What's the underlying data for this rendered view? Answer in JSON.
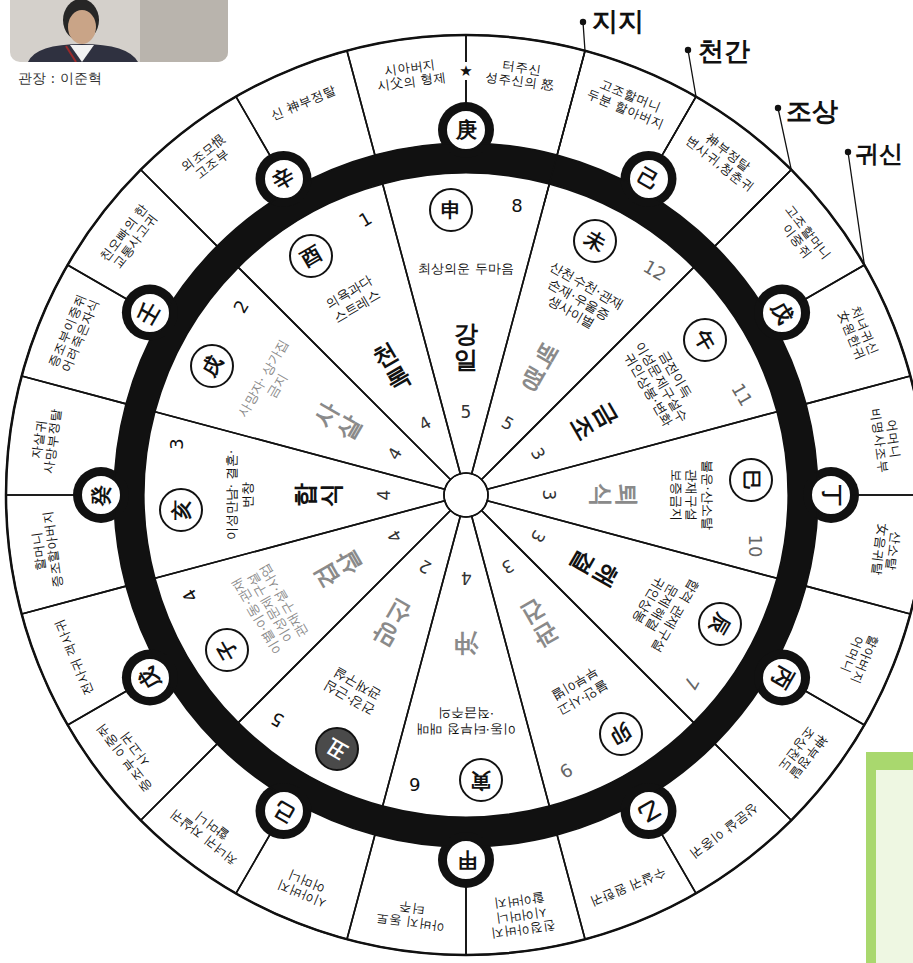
{
  "diagram": {
    "nodes": [
      {
        "text": [
          "시아버지 시父의 형제"
        ]
      },
      {
        "text": [
          "터주신 성주신의 怒"
        ]
      },
      {
        "text": [
          "고조할머니 두분 할아버지"
        ]
      },
      {
        "text": [
          "神부정탈 변사귀,청춘귀"
        ]
      },
      {
        "text": [
          "고조할머니 이중쥐"
        ]
      },
      {
        "text": [
          "처녀귀신 女원한귀"
        ]
      },
      {
        "text": [
          "어머니 비명사조부"
        ]
      },
      {
        "text": [
          "산소탈 女음귀탈"
        ]
      },
      {
        "text": [
          "할아버지 어머니"
        ]
      },
      {
        "text": [
          "神부정탈 조상천도"
        ]
      },
      {
        "text": [
          "상문살 이중귀"
        ]
      },
      {
        "text": [
          "수살귀 원한귀"
        ]
      },
      {
        "text": [
          "친정아버지 시어머니 할아버지"
        ]
      },
      {
        "text": [
          "아버지 동토 터주"
        ]
      },
      {
        "text": [
          "시아버지 어머니"
        ]
      },
      {
        "text": [
          "처녀귀 자살귀 할머니"
        ]
      },
      {
        "text": [
          "증조부 이중쥐 사고귀"
        ]
      },
      {
        "text": [
          "전사귀 객사귀"
        ]
      },
      {
        "text": [
          "할머니 증조할아버지"
        ]
      },
      {
        "text": [
          "자살귀 사망부정탈"
        ]
      },
      {
        "text": [
          "증조부이중쥐 어려죽은자식"
        ]
      },
      {
        "text": [
          "친오빠의 한 교통사고귀"
        ]
      },
      {
        "text": [
          "외조모恨 고조부"
        ]
      },
      {
        "text": [
          "신 神부정탈"
        ]
      },
      {
        "text": [
          "庚"
        ]
      },
      {
        "text": [
          "己"
        ]
      },
      {
        "text": [
          "戊"
        ]
      },
      {
        "text": [
          "丁"
        ]
      },
      {
        "text": [
          "丙"
        ]
      },
      {
        "text": [
          "乙"
        ]
      },
      {
        "text": [
          "甲"
        ]
      },
      {
        "text": [
          "己"
        ]
      },
      {
        "text": [
          "戊"
        ]
      },
      {
        "text": [
          "癸"
        ]
      },
      {
        "text": [
          "壬"
        ]
      },
      {
        "text": [
          "辛"
        ]
      },
      {
        "text": [
          "8",
          "최상의운 두마음",
          "강일",
          "5"
        ]
      },
      {
        "text": [
          "申"
        ],
        "in": 36
      },
      {
        "text": [
          "12",
          "산천수천·관재 손재·우울증 생사이별",
          "백령",
          "5"
        ]
      },
      {
        "text": [
          "未"
        ],
        "in": 38
      },
      {
        "text": [
          "11",
          "금전이득 이성문제구설수 귀인상봉·변화",
          "금조",
          "3"
        ]
      },
      {
        "text": [
          "午"
        ],
        "in": 40
      },
      {
        "text": [
          "10",
          "불운·산소탈 관재구설 보증금지",
          "퇴식",
          "3"
        ]
      },
      {
        "text": [
          "巳"
        ],
        "in": 42
      },
      {
        "text": [
          "7",
          "합격 관재구설 문제해결 귀인상봉",
          "해결",
          "3"
        ]
      },
      {
        "text": [
          "辰"
        ],
        "in": 44
      },
      {
        "text": [
          "9",
          "불안·사고 부부이별",
          "관건",
          "3"
        ]
      },
      {
        "text": [
          "卯"
        ],
        "in": 46
      },
      {
        "text": [
          "6",
          "이동·터부정 매매·적금주의",
          "沖",
          "4"
        ]
      },
      {
        "text": [
          "寅"
        ],
        "in": 48
      },
      {
        "text": [
          "5",
          "건강·근심 관재구설",
          "망신",
          "2"
        ]
      },
      {
        "text": [
          "丑"
        ],
        "in": 50
      },
      {
        "text": [
          "4",
          "이별·이동·관재 이성문제구설 관재구설·사업",
          "겁살",
          "4"
        ]
      },
      {
        "text": [
          "子"
        ],
        "in": 52
      },
      {
        "text": [
          "3",
          "이성만남· 결혼·번창",
          "합식",
          "4"
        ]
      },
      {
        "text": [
          "亥"
        ],
        "in": 54
      },
      {
        "text": [
          "2",
          "사망자· 상가집 금지",
          "사살",
          "4"
        ]
      },
      {
        "text": [
          "戌"
        ],
        "in": 56
      },
      {
        "text": [
          "1",
          "의욕과다 스트레스",
          "천록",
          "4"
        ]
      },
      {
        "text": [
          "酉"
        ],
        "in": 58
      }
    ],
    "labels": [
      "관장 : 이준혁",
      "지지",
      "천간",
      "조상",
      "귀신",
      "★"
    ]
  }
}
